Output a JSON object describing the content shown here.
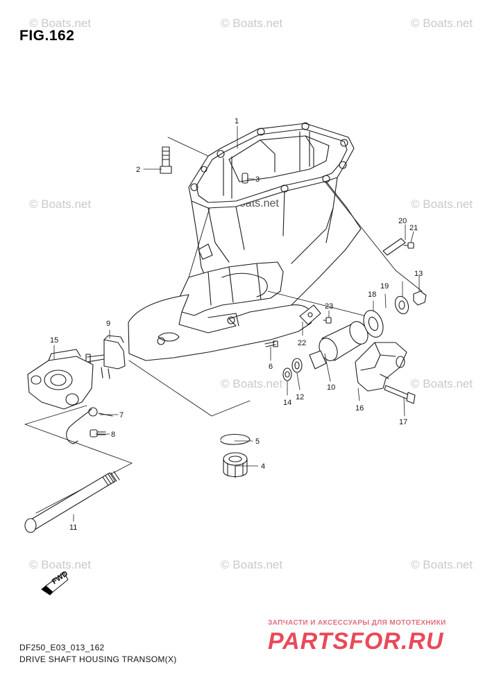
{
  "figure": {
    "title": "FIG.162",
    "code": "DF250_E03_013_162",
    "caption": "DRIVE SHAFT HOUSING TRANSOM(X)"
  },
  "watermark": "© Boats.net",
  "shop": {
    "tagline": "ЗАПЧАСТИ И АКСЕССУАРЫ ДЛЯ МОТОТЕХНИКИ",
    "logo": "PARTSFOR.RU"
  },
  "fwd_label": "FWD",
  "callouts": [
    "1",
    "2",
    "3",
    "4",
    "5",
    "6",
    "7",
    "8",
    "9",
    "10",
    "11",
    "12",
    "13",
    "14",
    "15",
    "16",
    "17",
    "18",
    "19",
    "20",
    "21",
    "22",
    "23"
  ],
  "colors": {
    "line": "#1a1a1a",
    "shop_red": "#e84a5a"
  }
}
